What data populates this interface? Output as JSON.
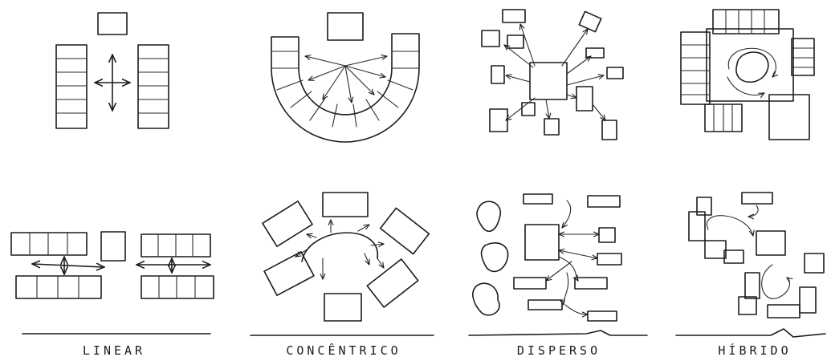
{
  "labels": {
    "linear": "LINEAR",
    "concentrico": "CONCÊNTRICO",
    "disperso": "DISPERSO",
    "hibrido": "HÍBRIDO"
  },
  "colors": {
    "ink": "#1c1c1c",
    "paper": "#ffffff"
  }
}
